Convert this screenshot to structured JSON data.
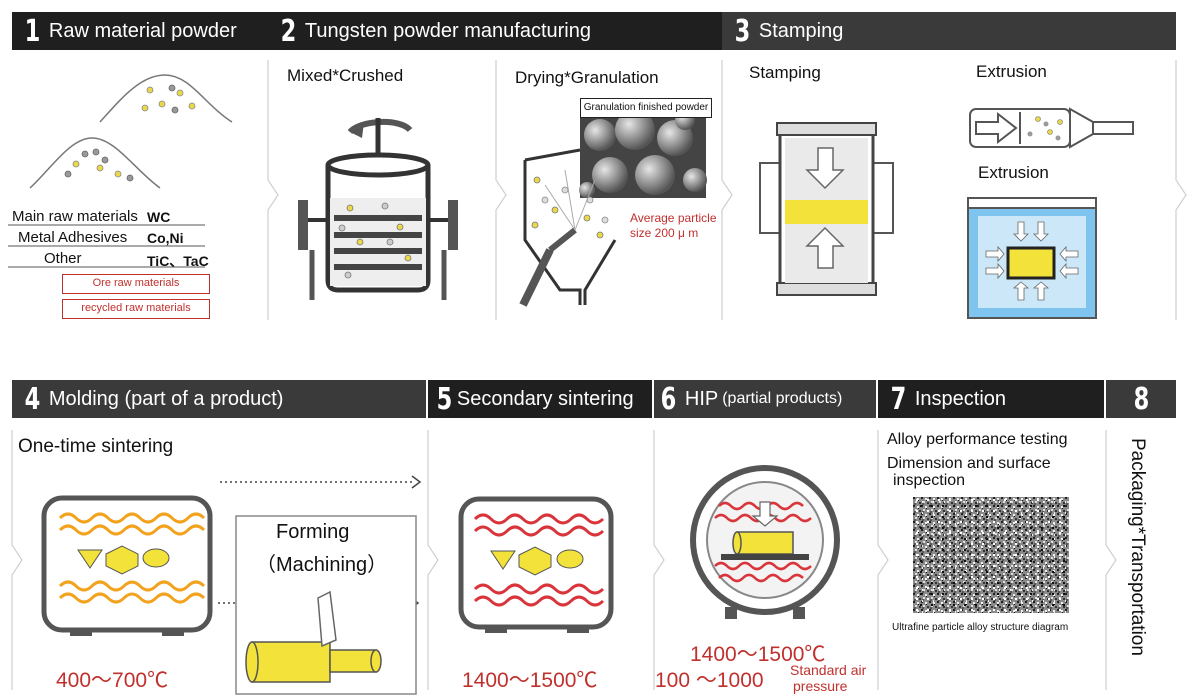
{
  "steps": {
    "s1": {
      "num": "1",
      "title": "Raw material powder"
    },
    "s2": {
      "num": "2",
      "title": "Tungsten powder manufacturing"
    },
    "s3": {
      "num": "3",
      "title": "Stamping"
    },
    "s4": {
      "num": "4",
      "title": "Molding (part of a product)"
    },
    "s5": {
      "num": "5",
      "title": "Secondary sintering"
    },
    "s6": {
      "num": "6",
      "title": "HIP",
      "sub": "(partial products)"
    },
    "s7": {
      "num": "7",
      "title": "Inspection"
    },
    "s8": {
      "num": "8"
    }
  },
  "raw": {
    "rows": [
      {
        "label": "Main raw materials",
        "value": "WC"
      },
      {
        "label": "Metal Adhesives",
        "value": "Co,Ni"
      },
      {
        "label": "Other",
        "value": "TiC、TaC"
      }
    ],
    "box1": "Ore raw materials",
    "box2": "recycled raw materials"
  },
  "tungsten": {
    "mixed": "Mixed*Crushed",
    "drying": "Drying*Granulation",
    "photo_label": "Granulation finished powder",
    "avg_line1": "Average particle",
    "avg_line2": "size 200 μ m"
  },
  "stamp": {
    "stamping": "Stamping",
    "extrusion1": "Extrusion",
    "extrusion2": "Extrusion"
  },
  "molding": {
    "one_time": "One-time sintering",
    "forming": "Forming",
    "machining": "（Machining）",
    "temp": "400～700℃"
  },
  "secondary": {
    "temp": "1400～1500℃"
  },
  "hip": {
    "temp": "1400～1500℃",
    "pressure": "100 ～1000",
    "pressure_label1": "Standard air",
    "pressure_label2": "pressure"
  },
  "inspection": {
    "line1": "Alloy performance testing",
    "line2": "Dimension and surface",
    "line3": "inspection",
    "caption": "Ultrafine particle alloy structure diagram"
  },
  "packaging": "Packaging*Transportation",
  "colors": {
    "bar": "#3a3a3a",
    "accent_red": "#c0312e",
    "yellow": "#f2e23a",
    "orange": "#f2a21c",
    "blue": "#7fc4ee"
  }
}
